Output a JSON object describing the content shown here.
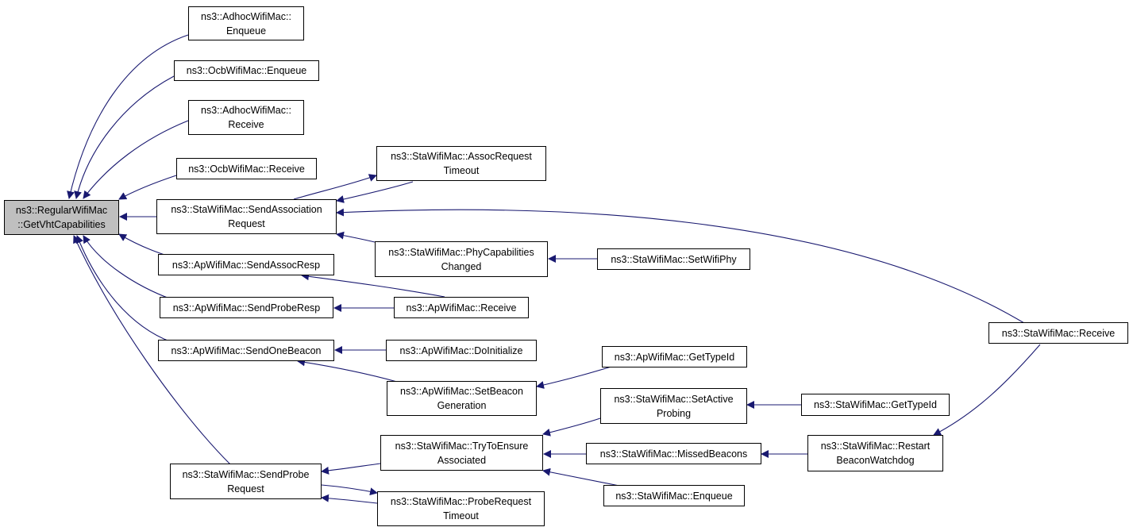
{
  "colors": {
    "edge": "#191970",
    "root_fill": "#bfbfbf",
    "node_fill": "#ffffff",
    "border": "#000000"
  },
  "nodes": {
    "root": "ns3::RegularWifiMac\n::GetVhtCapabilities",
    "adhoc_enqueue": "ns3::AdhocWifiMac::\nEnqueue",
    "ocb_enqueue": "ns3::OcbWifiMac::Enqueue",
    "adhoc_receive": "ns3::AdhocWifiMac::\nReceive",
    "ocb_receive": "ns3::OcbWifiMac::Receive",
    "sta_send_assoc_req": "ns3::StaWifiMac::SendAssociation\nRequest",
    "ap_send_assoc_resp": "ns3::ApWifiMac::SendAssocResp",
    "ap_send_probe_resp": "ns3::ApWifiMac::SendProbeResp",
    "ap_send_one_beacon": "ns3::ApWifiMac::SendOneBeacon",
    "sta_send_probe_req": "ns3::StaWifiMac::SendProbe\nRequest",
    "sta_assoc_req_timeout": "ns3::StaWifiMac::AssocRequest\nTimeout",
    "sta_phy_cap_changed": "ns3::StaWifiMac::PhyCapabilities\nChanged",
    "ap_receive": "ns3::ApWifiMac::Receive",
    "ap_do_initialize": "ns3::ApWifiMac::DoInitialize",
    "ap_set_beacon_gen": "ns3::ApWifiMac::SetBeacon\nGeneration",
    "sta_try_ensure_assoc": "ns3::StaWifiMac::TryToEnsure\nAssociated",
    "sta_probe_req_timeout": "ns3::StaWifiMac::ProbeRequest\nTimeout",
    "sta_set_wifi_phy": "ns3::StaWifiMac::SetWifiPhy",
    "ap_get_type_id": "ns3::ApWifiMac::GetTypeId",
    "sta_set_active_probing": "ns3::StaWifiMac::SetActive\nProbing",
    "sta_missed_beacons": "ns3::StaWifiMac::MissedBeacons",
    "sta_enqueue": "ns3::StaWifiMac::Enqueue",
    "sta_get_type_id": "ns3::StaWifiMac::GetTypeId",
    "sta_restart_beacon_watchdog": "ns3::StaWifiMac::Restart\nBeaconWatchdog",
    "sta_receive": "ns3::StaWifiMac::Receive"
  },
  "edges": [
    [
      "adhoc_enqueue",
      "root"
    ],
    [
      "ocb_enqueue",
      "root"
    ],
    [
      "adhoc_receive",
      "root"
    ],
    [
      "ocb_receive",
      "root"
    ],
    [
      "sta_send_assoc_req",
      "root"
    ],
    [
      "ap_send_assoc_resp",
      "root"
    ],
    [
      "ap_send_probe_resp",
      "root"
    ],
    [
      "ap_send_one_beacon",
      "root"
    ],
    [
      "sta_send_probe_req",
      "root"
    ],
    [
      "sta_assoc_req_timeout",
      "sta_send_assoc_req"
    ],
    [
      "sta_send_assoc_req",
      "sta_assoc_req_timeout"
    ],
    [
      "sta_phy_cap_changed",
      "sta_send_assoc_req"
    ],
    [
      "sta_receive",
      "sta_send_assoc_req"
    ],
    [
      "sta_set_wifi_phy",
      "sta_phy_cap_changed"
    ],
    [
      "ap_receive",
      "ap_send_assoc_resp"
    ],
    [
      "ap_receive",
      "ap_send_probe_resp"
    ],
    [
      "ap_do_initialize",
      "ap_send_one_beacon"
    ],
    [
      "ap_set_beacon_gen",
      "ap_send_one_beacon"
    ],
    [
      "ap_get_type_id",
      "ap_set_beacon_gen"
    ],
    [
      "sta_try_ensure_assoc",
      "sta_send_probe_req"
    ],
    [
      "sta_probe_req_timeout",
      "sta_send_probe_req"
    ],
    [
      "sta_send_probe_req",
      "sta_probe_req_timeout"
    ],
    [
      "sta_set_active_probing",
      "sta_try_ensure_assoc"
    ],
    [
      "sta_missed_beacons",
      "sta_try_ensure_assoc"
    ],
    [
      "sta_enqueue",
      "sta_try_ensure_assoc"
    ],
    [
      "sta_get_type_id",
      "sta_set_active_probing"
    ],
    [
      "sta_restart_beacon_watchdog",
      "sta_missed_beacons"
    ],
    [
      "sta_receive",
      "sta_restart_beacon_watchdog"
    ]
  ]
}
